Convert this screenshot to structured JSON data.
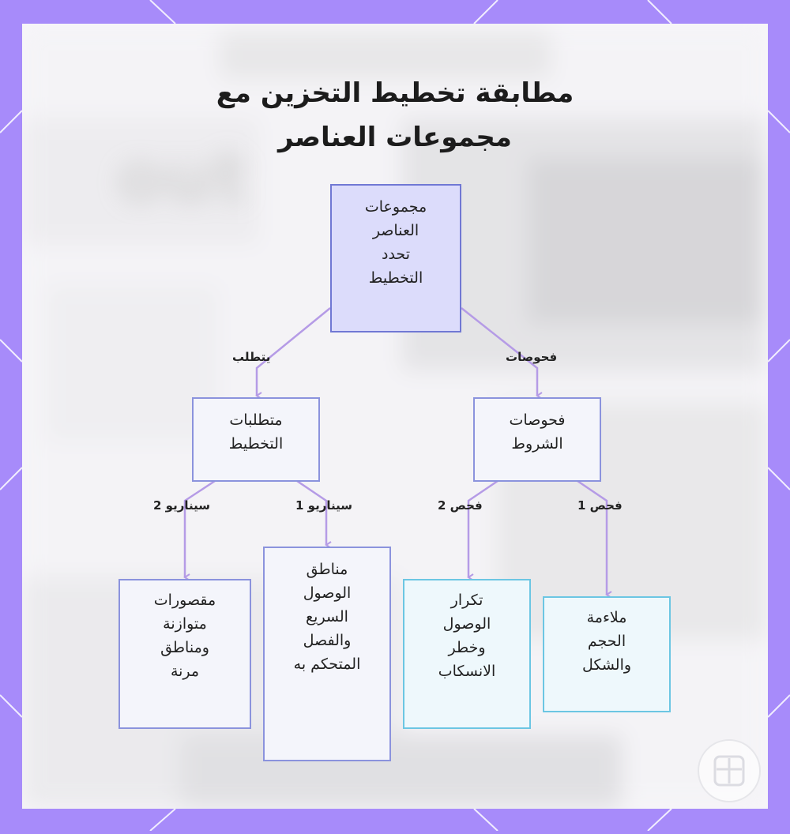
{
  "title": {
    "line1": "مطابقة تخطيط التخزين مع",
    "line2": "مجموعات العناصر"
  },
  "colors": {
    "frame": "#a78bfa",
    "card": "#f7f6f9",
    "root_fill": "#dcdcfb",
    "root_border": "#7078d4",
    "node_fill": "#f4f5fb",
    "node_border": "#8b93dd",
    "leaf_cyan_fill": "#eef8fc",
    "leaf_cyan_border": "#6cc6e3",
    "edge": "#b59be6"
  },
  "nodes": {
    "root": "مجموعات\nالعناصر\nتحدد\nالتخطيط",
    "requirements": "متطلبات\nالتخطيط",
    "checks": "فحوصات\nالشروط",
    "scenario2_leaf": "مقصورات\nمتوازنة\nومناطق\nمرنة",
    "scenario1_leaf": "مناطق\nالوصول\nالسريع\nوالفصل\nالمتحكم به",
    "check2_leaf": "تكرار\nالوصول\nوخطر\nالانسكاب",
    "check1_leaf": "ملاءمة\nالحجم\nوالشكل"
  },
  "edge_labels": {
    "requires": "يتطلب",
    "checks": "فحوصات",
    "scenario2": "سيناريو 2",
    "scenario1": "سيناريو 1",
    "check2": "فحص 2",
    "check1": "فحص 1"
  },
  "icons": {
    "logo": "grid-logo-icon"
  }
}
